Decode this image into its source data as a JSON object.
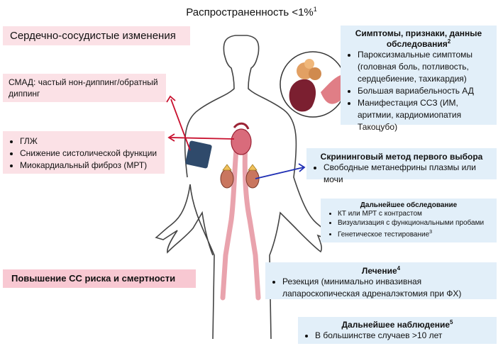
{
  "title": {
    "text": "Распространенность <1%",
    "sup": "1"
  },
  "left": {
    "header": "Сердечно-сосудистые изменения",
    "smad": "СМАД: частый нон-диппинг/обратный диппинг",
    "lvh_items": [
      "ГЛЖ",
      "Снижение систолической функции",
      "Миокардиальный фиброз (МРТ)"
    ],
    "risk": "Повышение СС риска и смертности"
  },
  "right": {
    "symptoms": {
      "title": "Симптомы, признаки, данные обследования",
      "sup": "2",
      "items": [
        "Пароксизмальные симптомы (головная боль, потливость, сердцебиение, тахикардия)",
        "Большая вариабельность АД",
        "Манифестация ССЗ (ИМ, аритмии, кардиомиопатия Такоцубо)"
      ]
    },
    "screening": {
      "title": "Скрининговый метод первого выбора",
      "items": [
        "Свободные метанефрины плазмы или мочи"
      ]
    },
    "further": {
      "title": "Дальнейшее обследование",
      "items": [
        "КТ или МРТ с контрастом",
        "Визуализация с функциональными пробами",
        "Генетическое тестирование"
      ],
      "item3_sup": "3"
    },
    "treatment": {
      "title": "Лечение",
      "sup": "4",
      "items": [
        "Резекция (минимально инвазивная лапароскопическая адреналэктомия при ФХ)"
      ]
    },
    "followup": {
      "title": "Дальнейшее наблюдение",
      "sup": "5",
      "items": [
        "В большинстве случаев >10 лет"
      ]
    }
  },
  "colors": {
    "pink": "#fbe1e6",
    "pink_strong": "#f8c8d2",
    "blue": "#e2eff9",
    "arrow_red": "#c8102e",
    "arrow_blue": "#1f2fb4",
    "cuff": "#2f4a6b"
  }
}
